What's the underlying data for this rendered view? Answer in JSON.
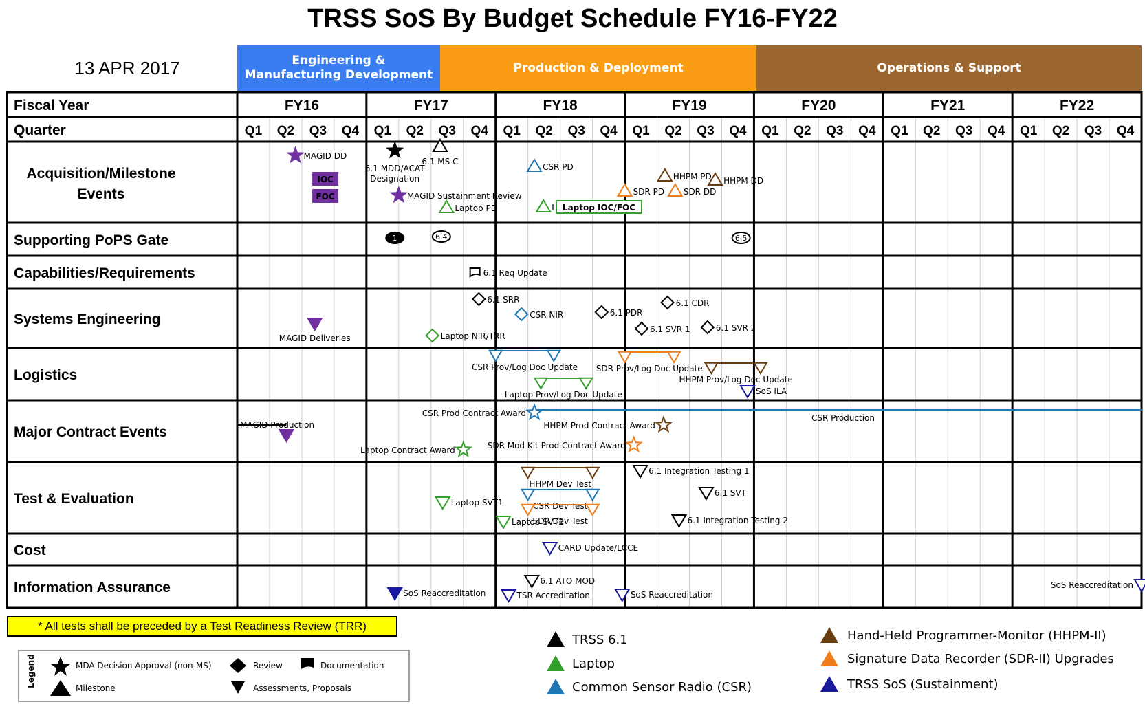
{
  "title": "TRSS SoS By Budget Schedule FY16-FY22",
  "date": "13 APR 2017",
  "phases": [
    {
      "label": "Engineering &\nManufacturing Development",
      "color": "#3a7df0",
      "start": 0.0,
      "end": 1.57
    },
    {
      "label": "Production & Deployment",
      "color": "#f99c14",
      "start": 1.57,
      "end": 4.02
    },
    {
      "label": "Operations & Support",
      "color": "#9c6630",
      "start": 4.02,
      "end": 7.0
    }
  ],
  "header": {
    "fiscal_year_label": "Fiscal Year",
    "quarter_label": "Quarter"
  },
  "years": [
    "FY16",
    "FY17",
    "FY18",
    "FY19",
    "FY20",
    "FY21",
    "FY22"
  ],
  "quarters": [
    "Q1",
    "Q2",
    "Q3",
    "Q4"
  ],
  "rows": [
    {
      "label": "Acquisition/Milestone\nEvents"
    },
    {
      "label": "Supporting PoPS Gate"
    },
    {
      "label": "Capabilities/Requirements"
    },
    {
      "label": "Systems Engineering"
    },
    {
      "label": "Logistics"
    },
    {
      "label": "Major Contract Events"
    },
    {
      "label": "Test & Evaluation"
    },
    {
      "label": "Cost"
    },
    {
      "label": "Information Assurance"
    }
  ],
  "colors": {
    "trss61": "#000000",
    "laptop": "#33a02c",
    "csr": "#1f78b4",
    "hhpm": "#6b3e12",
    "sdr": "#f07d1a",
    "sustainment": "#1a1a9e",
    "magid": "#7030a0",
    "grid_light": "#cfcfcf"
  },
  "chart_data": {
    "type": "table",
    "events": [
      {
        "row": 0,
        "t": 0.45,
        "shape": "star",
        "color": "magid",
        "fill": true,
        "label": "MAGID DD"
      },
      {
        "row": 0,
        "t": 0.65,
        "shape": "box",
        "color": "magid",
        "label": "IOC"
      },
      {
        "row": 0,
        "t": 0.65,
        "shape": "box",
        "color": "magid",
        "label": "FOC",
        "sub": 1
      },
      {
        "row": 0,
        "t": 1.22,
        "shape": "star",
        "color": "trss61",
        "fill": true,
        "label": "6.1 MDD/ACAT\nDesignation"
      },
      {
        "row": 0,
        "t": 1.57,
        "shape": "triangle",
        "color": "trss61",
        "label": "6.1 MS C"
      },
      {
        "row": 0,
        "t": 1.25,
        "shape": "star",
        "color": "magid",
        "fill": true,
        "label": "MAGID Sustainment Review"
      },
      {
        "row": 0,
        "t": 1.62,
        "shape": "triangle",
        "color": "laptop",
        "label": "Laptop PD"
      },
      {
        "row": 0,
        "t": 2.3,
        "shape": "triangle",
        "color": "csr",
        "label": "CSR PD"
      },
      {
        "row": 0,
        "t": 2.37,
        "shape": "triangle",
        "color": "laptop",
        "label": "Laptop DD"
      },
      {
        "row": 0,
        "t": 3.0,
        "shape": "triangle",
        "color": "sdr",
        "label": "SDR PD"
      },
      {
        "row": 0,
        "t": 3.39,
        "shape": "triangle",
        "color": "sdr",
        "label": "SDR DD"
      },
      {
        "row": 0,
        "t": 3.31,
        "shape": "triangle",
        "color": "hhpm",
        "label": "HHPM PD"
      },
      {
        "row": 0,
        "t": 3.7,
        "shape": "triangle",
        "color": "hhpm",
        "label": "HHPM DD"
      },
      {
        "row": 0,
        "t": 2.8,
        "shape": "box",
        "color": "laptop",
        "label": "Laptop IOC/FOC"
      },
      {
        "row": 1,
        "t": 1.22,
        "shape": "oval",
        "color": "trss61",
        "fill": true,
        "label": "1"
      },
      {
        "row": 1,
        "t": 1.58,
        "shape": "oval",
        "color": "trss61",
        "label": "6.4"
      },
      {
        "row": 1,
        "t": 3.9,
        "shape": "oval",
        "color": "trss61",
        "label": "6.5"
      },
      {
        "row": 2,
        "t": 1.84,
        "shape": "doc",
        "color": "trss61",
        "label": "6.1 Req Update"
      },
      {
        "row": 3,
        "t": 0.6,
        "shape": "dtriangle",
        "color": "magid",
        "fill": true,
        "label": "MAGID Deliveries"
      },
      {
        "row": 3,
        "t": 1.87,
        "shape": "diamond",
        "color": "trss61",
        "label": "6.1 SRR"
      },
      {
        "row": 3,
        "t": 1.51,
        "shape": "diamond",
        "color": "laptop",
        "label": "Laptop NIR/TRR"
      },
      {
        "row": 3,
        "t": 2.2,
        "shape": "diamond",
        "color": "csr",
        "label": "CSR NIR"
      },
      {
        "row": 3,
        "t": 2.82,
        "shape": "diamond",
        "color": "trss61",
        "label": "6.1 PDR"
      },
      {
        "row": 3,
        "t": 3.33,
        "shape": "diamond",
        "color": "trss61",
        "label": "6.1 CDR"
      },
      {
        "row": 3,
        "t": 3.13,
        "shape": "diamond",
        "color": "trss61",
        "label": "6.1 SVR 1"
      },
      {
        "row": 3,
        "t": 3.64,
        "shape": "diamond",
        "color": "trss61",
        "label": "6.1 SVR 2"
      },
      {
        "row": 4,
        "t": 2.0,
        "t2": 2.45,
        "shape": "range",
        "color": "csr",
        "label": "CSR Prov/Log Doc Update"
      },
      {
        "row": 4,
        "t": 2.35,
        "t2": 2.7,
        "shape": "range",
        "color": "laptop",
        "label": "Laptop Prov/Log Doc Update"
      },
      {
        "row": 4,
        "t": 3.0,
        "t2": 3.38,
        "shape": "range",
        "color": "sdr",
        "label": "SDR Prov/Log Doc Update"
      },
      {
        "row": 4,
        "t": 3.67,
        "t2": 4.05,
        "shape": "range",
        "color": "hhpm",
        "label": "HHPM Prov/Log Doc Update"
      },
      {
        "row": 4,
        "t": 3.95,
        "shape": "dtriangle",
        "color": "sustainment",
        "label": "SoS ILA"
      },
      {
        "row": 5,
        "t": 0.38,
        "shape": "dtriangle",
        "color": "magid",
        "fill": true,
        "label": "MAGID Production"
      },
      {
        "row": 5,
        "t": 2.3,
        "shape": "star",
        "color": "csr",
        "label": "CSR Prod Contract Award"
      },
      {
        "row": 5,
        "t": 3.3,
        "shape": "star",
        "color": "hhpm",
        "label": "HHPM Prod Contract Award"
      },
      {
        "row": 5,
        "t": 3.07,
        "shape": "star",
        "color": "sdr",
        "label": "SDR Mod Kit Prod Contract Award"
      },
      {
        "row": 5,
        "t": 1.75,
        "shape": "star",
        "color": "laptop",
        "label": "Laptop Contract Award"
      },
      {
        "row": 6,
        "t": 2.25,
        "t2": 2.75,
        "shape": "range",
        "color": "hhpm",
        "label": "HHPM Dev Test"
      },
      {
        "row": 6,
        "t": 2.25,
        "t2": 2.75,
        "shape": "range",
        "color": "csr",
        "label": "CSR Dev Test",
        "sub": 1
      },
      {
        "row": 6,
        "t": 2.25,
        "t2": 2.75,
        "shape": "range",
        "color": "sdr",
        "label": "SDR Dev Test",
        "sub": 2
      },
      {
        "row": 6,
        "t": 1.59,
        "shape": "dtriangle",
        "color": "laptop",
        "label": "Laptop SVT1"
      },
      {
        "row": 6,
        "t": 2.06,
        "shape": "dtriangle",
        "color": "laptop",
        "label": "Laptop SVT2"
      },
      {
        "row": 6,
        "t": 3.12,
        "shape": "dtriangle",
        "color": "trss61",
        "label": "6.1 Integration Testing 1"
      },
      {
        "row": 6,
        "t": 3.63,
        "shape": "dtriangle",
        "color": "trss61",
        "label": "6.1 SVT"
      },
      {
        "row": 6,
        "t": 3.42,
        "shape": "dtriangle",
        "color": "trss61",
        "label": "6.1 Integration Testing 2"
      },
      {
        "row": 7,
        "t": 2.42,
        "shape": "dtriangle",
        "color": "sustainment",
        "label": "CARD Update/LCCE"
      },
      {
        "row": 8,
        "t": 1.22,
        "shape": "dtriangle",
        "color": "sustainment",
        "fill": true,
        "label": "SoS Reaccreditation"
      },
      {
        "row": 8,
        "t": 2.28,
        "shape": "dtriangle",
        "color": "trss61",
        "label": "6.1 ATO MOD"
      },
      {
        "row": 8,
        "t": 2.1,
        "shape": "dtriangle",
        "color": "sustainment",
        "label": "TSR Accreditation"
      },
      {
        "row": 8,
        "t": 2.98,
        "shape": "dtriangle",
        "color": "sustainment",
        "label": "SoS Reaccreditation"
      },
      {
        "row": 8,
        "t": 7.0,
        "shape": "dtriangle",
        "color": "sustainment",
        "label": "SoS Reaccreditation"
      }
    ],
    "lines": [
      {
        "row": 5,
        "t": 2.32,
        "t2": 7.0,
        "color": "csr",
        "label": "CSR Production"
      },
      {
        "row": 5,
        "t": 0.0,
        "t2": 0.38,
        "color": "trss61",
        "label": ""
      }
    ]
  },
  "note": "* All tests shall be preceded by a Test Readiness Review (TRR)",
  "legend": {
    "title": "Legend",
    "items": [
      {
        "shape": "star",
        "label": "MDA Decision Approval (non-MS)"
      },
      {
        "shape": "triangle",
        "label": "Milestone"
      },
      {
        "shape": "diamond",
        "label": "Review"
      },
      {
        "shape": "dtriangle",
        "label": "Assessments, Proposals"
      },
      {
        "shape": "doc",
        "label": "Documentation"
      }
    ]
  },
  "color_key": [
    {
      "color": "trss61",
      "label": "TRSS 6.1"
    },
    {
      "color": "laptop",
      "label": "Laptop"
    },
    {
      "color": "csr",
      "label": "Common Sensor Radio (CSR)"
    },
    {
      "color": "hhpm",
      "label": "Hand-Held Programmer-Monitor (HHPM-II)"
    },
    {
      "color": "sdr",
      "label": "Signature Data Recorder (SDR-II) Upgrades"
    },
    {
      "color": "sustainment",
      "label": "TRSS SoS (Sustainment)"
    }
  ]
}
